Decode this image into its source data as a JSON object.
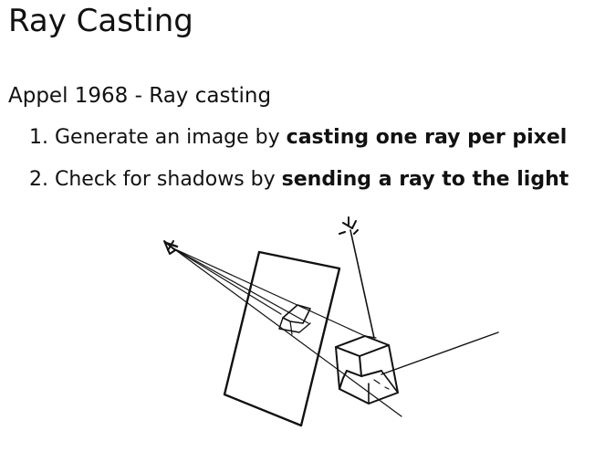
{
  "slide": {
    "title": "Ray Casting",
    "subheading": "Appel 1968 - Ray casting",
    "items": [
      {
        "number": "1.",
        "text_plain": "Generate an image by",
        "text_bold": "casting one ray per pixel"
      },
      {
        "number": "2.",
        "text_plain": "Check for shadows by",
        "text_bold": "sending a ray to the light"
      }
    ]
  },
  "figure": {
    "icons": [
      "eye-icon",
      "light-source-icon",
      "image-plane",
      "box-object"
    ]
  }
}
